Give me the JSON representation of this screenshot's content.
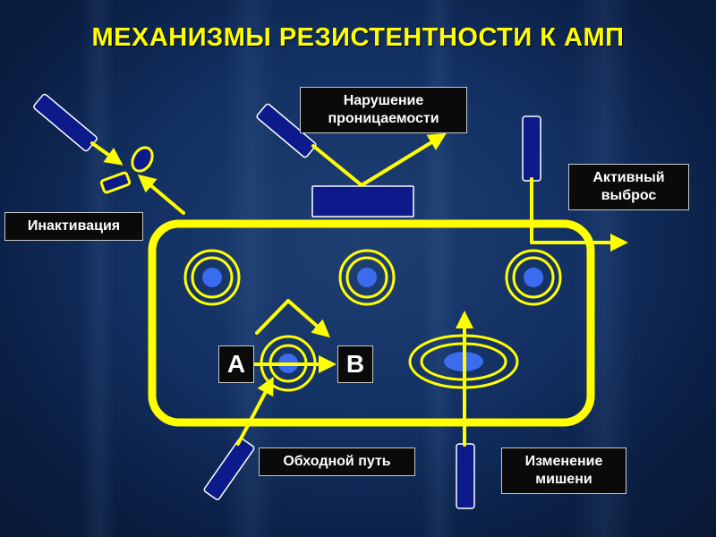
{
  "title": "МЕХАНИЗМЫ РЕЗИСТЕНТНОСТИ К АМП",
  "labels": {
    "inactivation": "Инактивация",
    "permeability_line1": "Нарушение",
    "permeability_line2": "проницаемости",
    "efflux_line1": "Активный",
    "efflux_line2": "выброс",
    "bypass": "Обходной путь",
    "target_line1": "Изменение",
    "target_line2": "мишени"
  },
  "pathway": {
    "from": "A",
    "to": "B"
  },
  "colors": {
    "accent": "#ffff00",
    "drug_fill": "#0c1a8c",
    "core_fill": "#3b6cf0",
    "label_bg": "#0a0a0a"
  }
}
